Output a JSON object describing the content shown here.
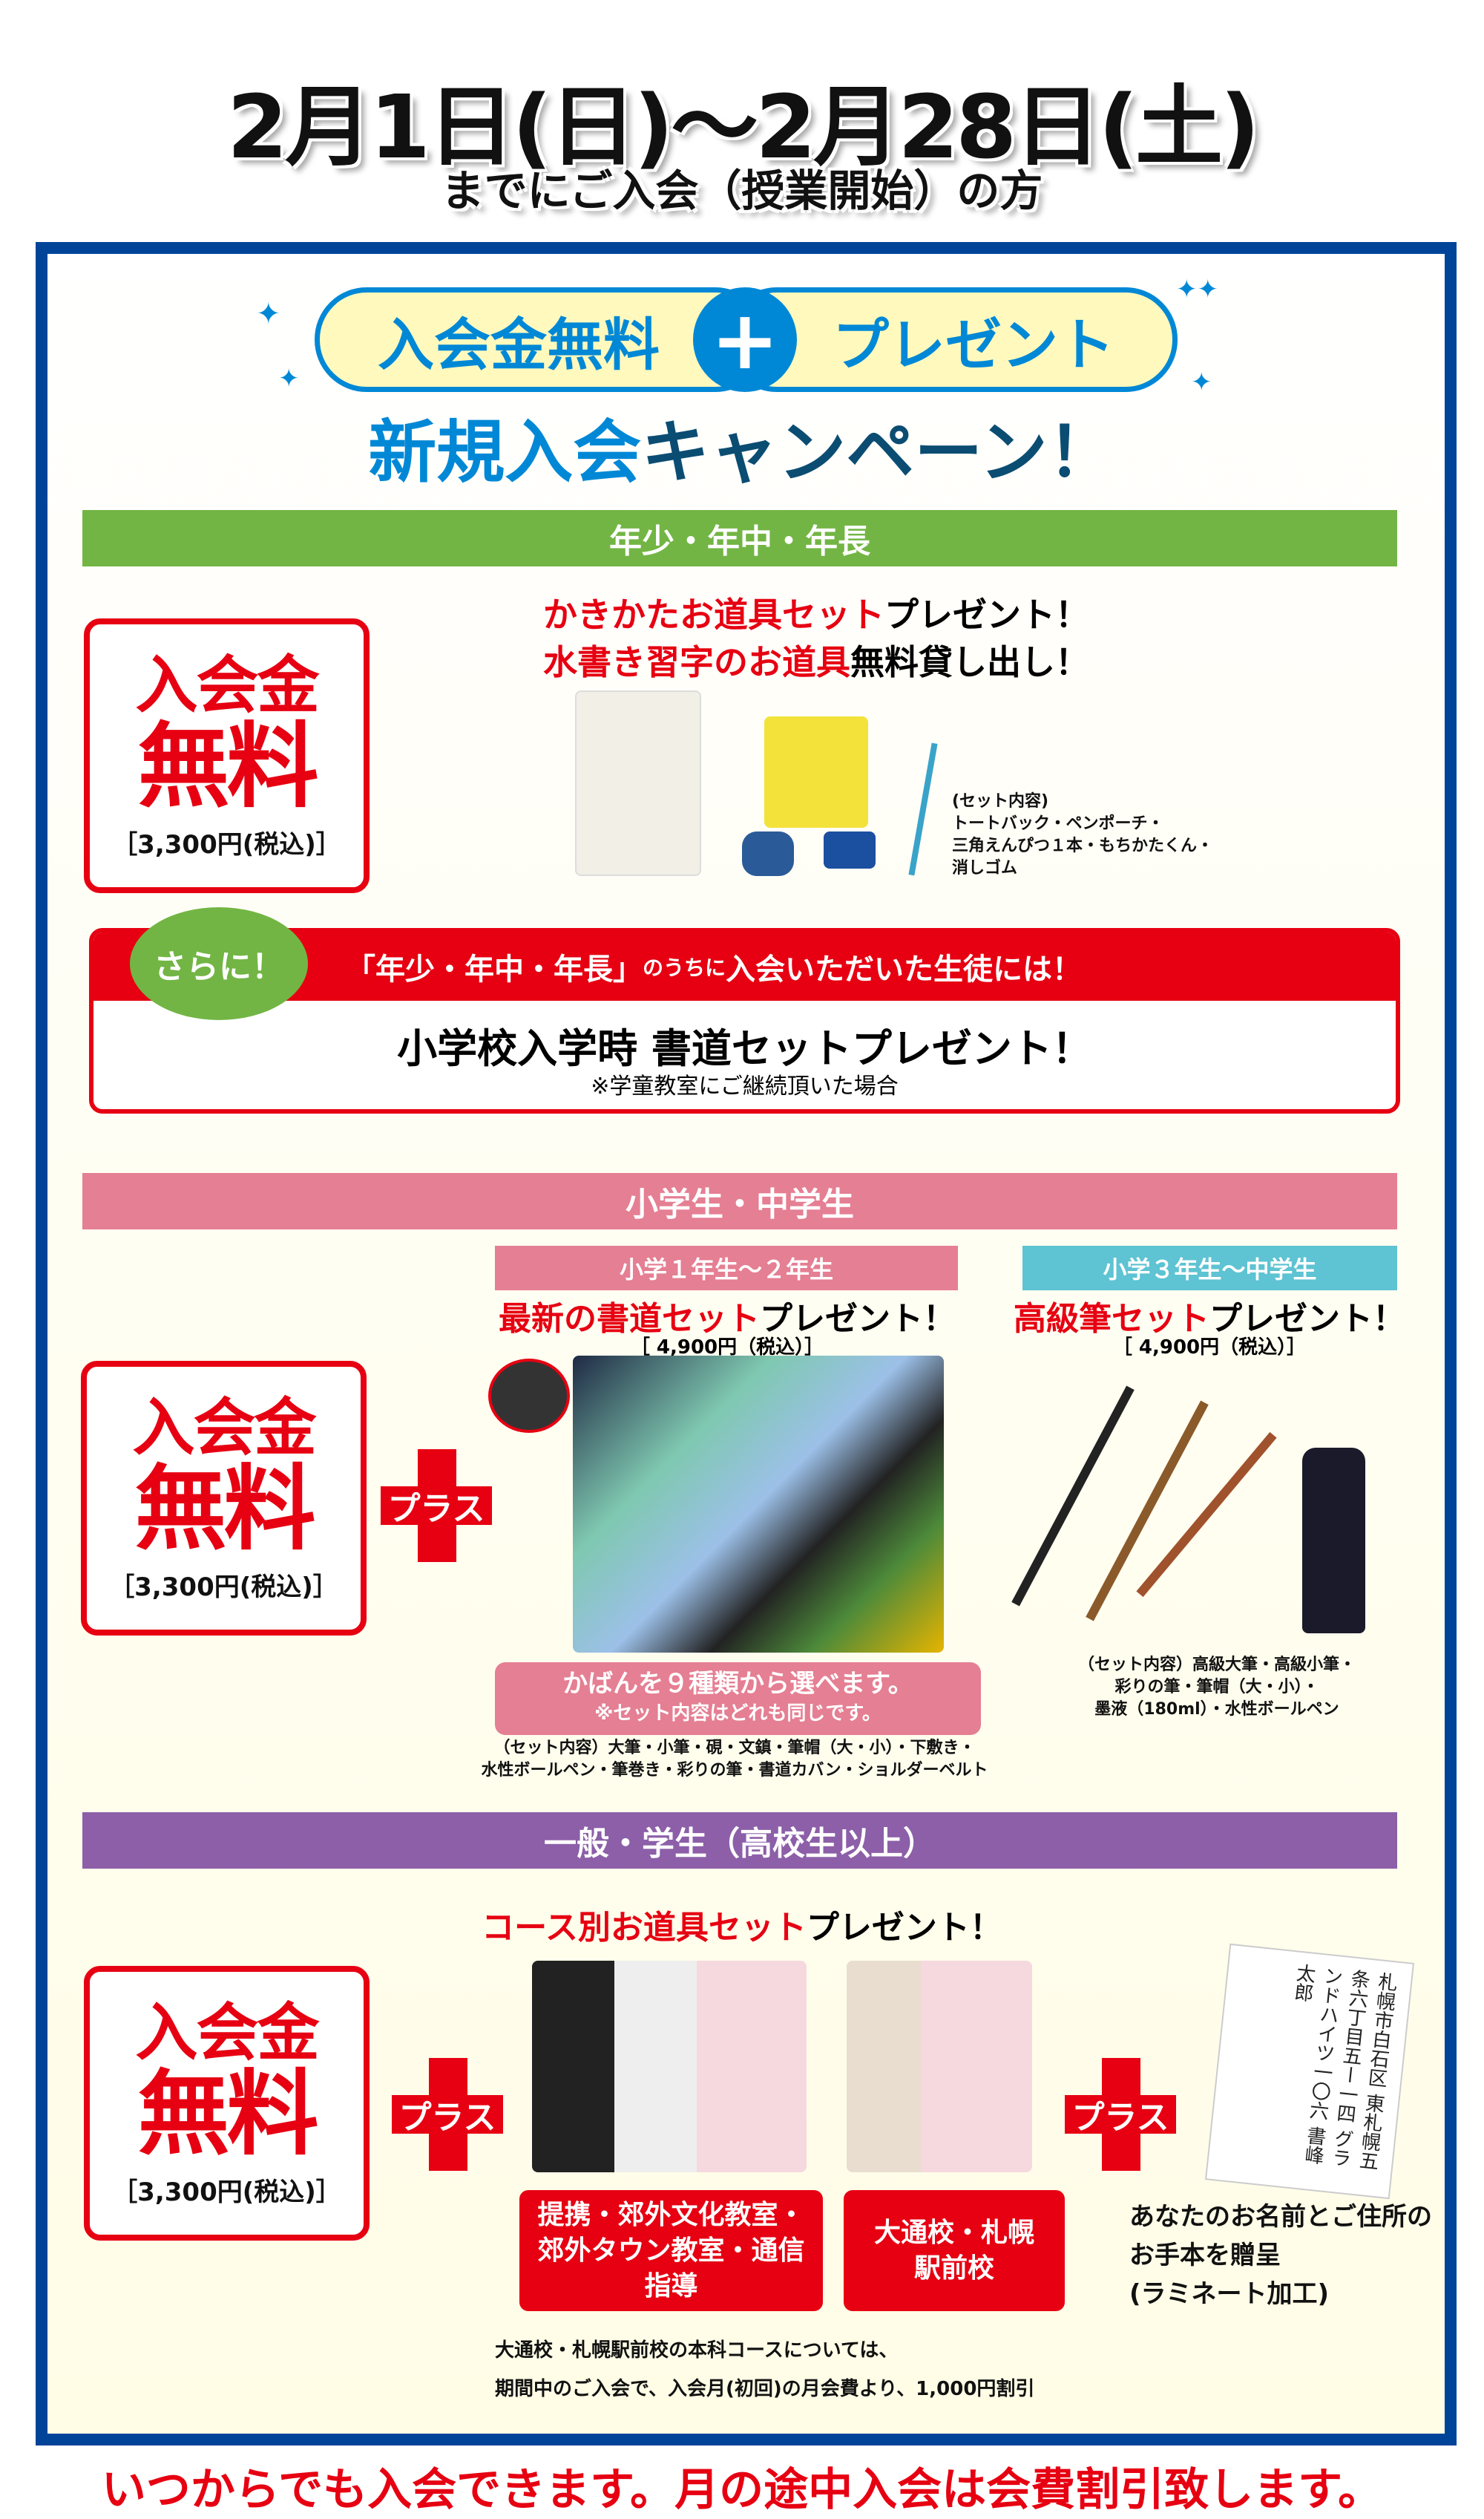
{
  "header": {
    "period": "2月1日(日)～2月28日(土)",
    "subtitle": "までにご入会（授業開始）の方"
  },
  "campaign": {
    "free_label": "入会金無料",
    "plus": "+",
    "present_label": "プレゼント",
    "title_blue": "新規入会",
    "title_dark": "キャンペーン！"
  },
  "colors": {
    "frame": "#00449a",
    "red": "#e60012",
    "green": "#72b544",
    "pink": "#e57f93",
    "cyan": "#5ec3d2",
    "purple": "#8c5fa8",
    "pill": "#fff9bd"
  },
  "fee": {
    "line1": "入会金",
    "line2": "無料",
    "price": "［3,300円(税込)］"
  },
  "plus_label": "プラス",
  "section1": {
    "title": "年少・年中・年長",
    "headline1_red": "かきかたお道具セット",
    "headline1_black": "プレゼント！",
    "headline2_red": "水書き習字のお道具",
    "headline2_black": "無料貸し出し！",
    "contents": [
      "(セット内容)",
      "トートバック・ペンポーチ・",
      "三角えんぴつ１本・もちかたくん・",
      "消しゴム"
    ],
    "bonus": {
      "bubble": "さらに！",
      "header_big": "「年少・年中・年長」",
      "header_small": "のうちに",
      "header_rest": "入会いただいた生徒には！",
      "main": "小学校入学時 書道セットプレゼント！",
      "note": "※学童教室にご継続頂いた場合"
    }
  },
  "section2": {
    "title": "小学生・中学生",
    "left": {
      "label": "小学１年生～２年生",
      "headline_red": "最新の書道セット",
      "headline_black": "プレゼント！",
      "price": "［ 4,900円（税込）］",
      "box_line1": "かばんを９種類から選べます。",
      "box_line2": "※セット内容はどれも同じです。",
      "contents": [
        "（セット内容）大筆・小筆・硯・文鎮・筆帽（大・小）・下敷き・",
        "水性ボールペン・筆巻き・彩りの筆・書道カバン・ショルダーベルト"
      ]
    },
    "right": {
      "label": "小学３年生～中学生",
      "headline_red": "高級筆セット",
      "headline_black": "プレゼント！",
      "price": "［ 4,900円（税込）］",
      "contents": [
        "（セット内容）高級大筆・高級小筆・",
        "彩りの筆・筆帽（大・小）・",
        "墨液（180ml）・水性ボールペン"
      ]
    }
  },
  "section3": {
    "title": "一般・学生（高校生以上）",
    "headline_red": "コース別お道具セット",
    "headline_black": "プレゼント！",
    "button1": "提携・郊外文化教室・郊外タウン教室・通信指導",
    "button2": "大通校・札幌駅前校",
    "gift": [
      "あなたのお名前とご住所の",
      "お手本を贈呈",
      "(ラミネート加工)"
    ],
    "certificate_text": "札幌市白石区 東札幌五条六丁目五ー一四 グランドハイツ一〇六 書峰太郎",
    "note": [
      "大通校・札幌駅前校の本科コースについては、",
      "期間中のご入会で、入会月(初回)の月会費より、1,000円割引"
    ]
  },
  "footer": "いつからでも入会できます。月の途中入会は会費割引致します。"
}
